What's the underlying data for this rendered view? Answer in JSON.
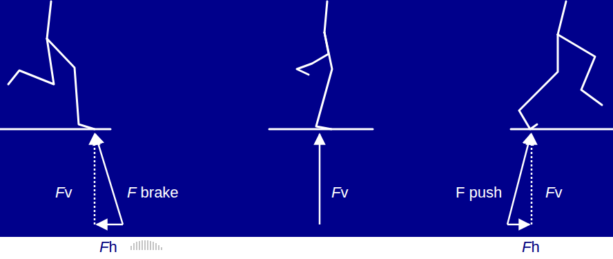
{
  "diagram": {
    "labels": [
      "Fv",
      "F brake",
      "Fv",
      "F push",
      "Fv",
      "Fh",
      "Fh"
    ]
  }
}
